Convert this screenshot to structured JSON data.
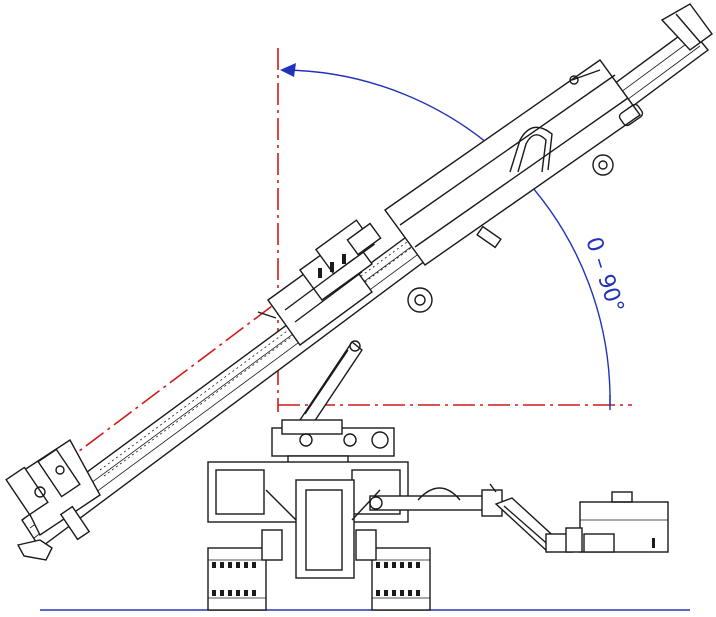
{
  "drawing": {
    "angle_label": "0 – 90°",
    "colors": {
      "machine_lines": "#1a1a1a",
      "centerlines": "#d11a1a",
      "dimension": "#2233bb",
      "background": "#ffffff"
    },
    "icons": [
      "drill-mast",
      "tracked-undercarriage",
      "rotary-head",
      "power-pack",
      "angle-arc-arrow"
    ]
  }
}
